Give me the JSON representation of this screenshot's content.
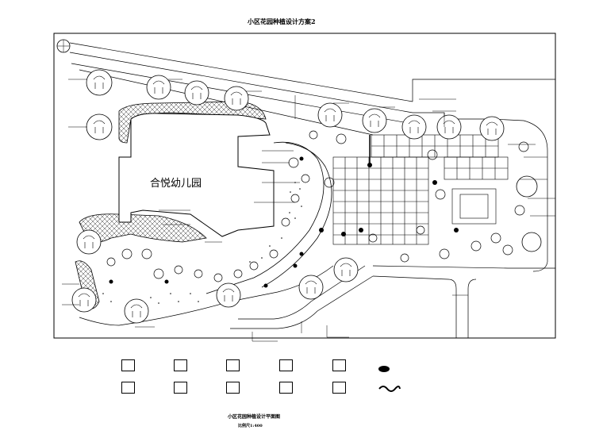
{
  "drawing": {
    "title": "小区花园种植设计方案2",
    "caption": "小区花园种植设计平面图",
    "scale": "比例尺1:400",
    "building_label": "合悦幼儿园"
  }
}
